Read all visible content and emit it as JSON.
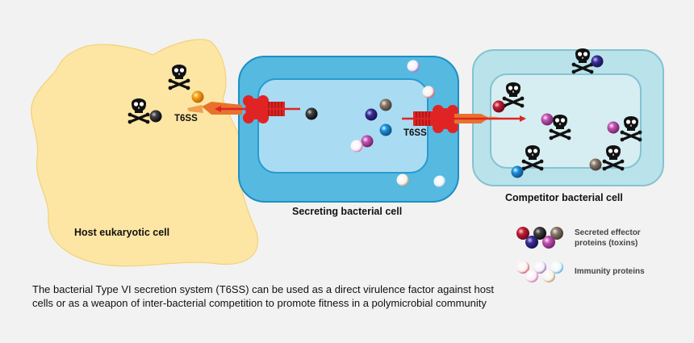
{
  "labels": {
    "host_cell": "Host eukaryotic cell",
    "secreting_cell": "Secreting bacterial cell",
    "competitor_cell": "Competitor bacterial cell",
    "t6ss_left": "T6SS",
    "t6ss_right": "T6SS"
  },
  "legend": {
    "effectors_line1": "Secreted effector",
    "effectors_line2": "proteins (toxins)",
    "immunity": "Immunity proteins"
  },
  "caption": {
    "line1": "The bacterial Type VI secretion system (T6SS) can be used as a direct virulence factor against host",
    "line2": "cells or as a weapon of inter-bacterial competition to promote fitness in a polymicrobial community"
  },
  "colors": {
    "host_fill": "#fde6a3",
    "secreting_fill": "#56b9e0",
    "secreting_inner": "#a9dcf2",
    "competitor_fill": "#b9e2ea",
    "competitor_inner": "#d6eef2",
    "t6ss": "#e02424",
    "arrow": "#e02424"
  }
}
